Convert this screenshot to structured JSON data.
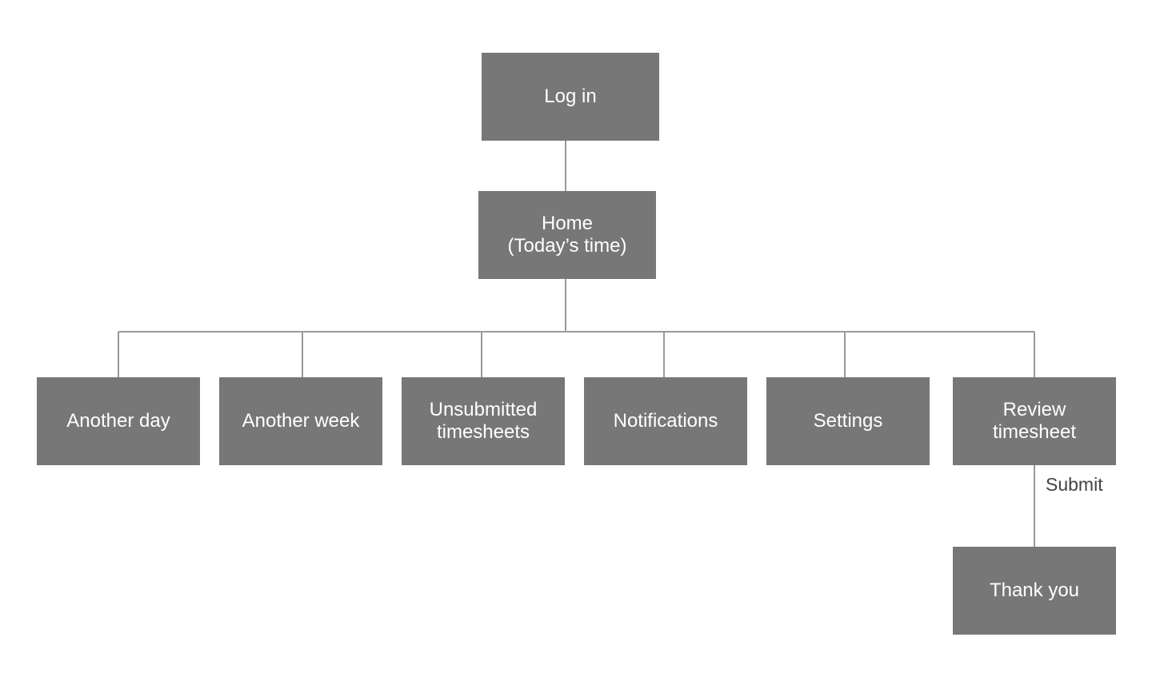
{
  "nodes": {
    "login": "Log in",
    "home": "Home\n(Today’s time)",
    "another_day": "Another day",
    "another_week": "Another week",
    "unsubmitted": "Unsubmitted\ntimesheets",
    "notifications": "Notifications",
    "settings": "Settings",
    "review": "Review\ntimesheet",
    "thank_you": "Thank you"
  },
  "edges": {
    "review_to_thank_you_label": "Submit"
  },
  "colors": {
    "node_fill": "#777777",
    "node_text": "#ffffff",
    "connector": "#9a9a9a",
    "label_text": "#444444"
  }
}
